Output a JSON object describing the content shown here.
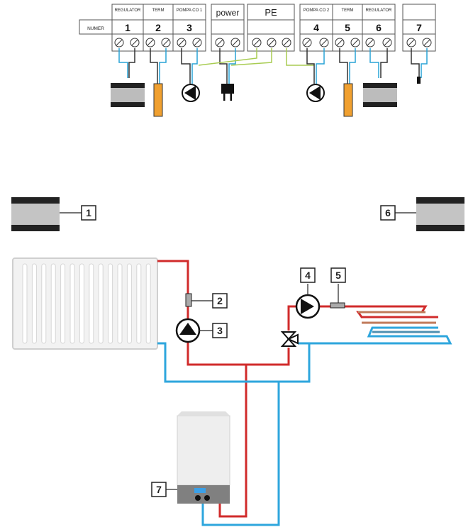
{
  "terminal_strip": {
    "row_label": "NUMER",
    "groups": [
      {
        "header": "REGULATOR",
        "number": "1"
      },
      {
        "header": "TERM",
        "number": "2"
      },
      {
        "header": "POMPA CO 1",
        "number": "3"
      },
      {
        "header": "power",
        "number": ""
      },
      {
        "header": "PE",
        "number": ""
      },
      {
        "header": "POMPA CO 2",
        "number": "4"
      },
      {
        "header": "TERM",
        "number": "5"
      },
      {
        "header": "REGULATOR",
        "number": "6"
      },
      {
        "header": "",
        "number": "7"
      }
    ]
  },
  "callouts": {
    "c1": "1",
    "c2": "2",
    "c3": "3",
    "c4": "4",
    "c5": "5",
    "c6": "6",
    "c7": "7"
  },
  "colors": {
    "supply_pipe": "#d12b2b",
    "return_pipe": "#2ea6dd",
    "blue_wire": "#29a3d6",
    "green_wire": "#a8cc52",
    "sensor_orange": "#f0a030",
    "boiler_display": "#3aa0e8"
  },
  "icons": [
    "regulator-icon",
    "temperature-sensor-icon",
    "pump-icon",
    "power-plug-icon",
    "radiator-icon",
    "mixing-valve-icon",
    "floor-heating-icon",
    "boiler-icon"
  ]
}
